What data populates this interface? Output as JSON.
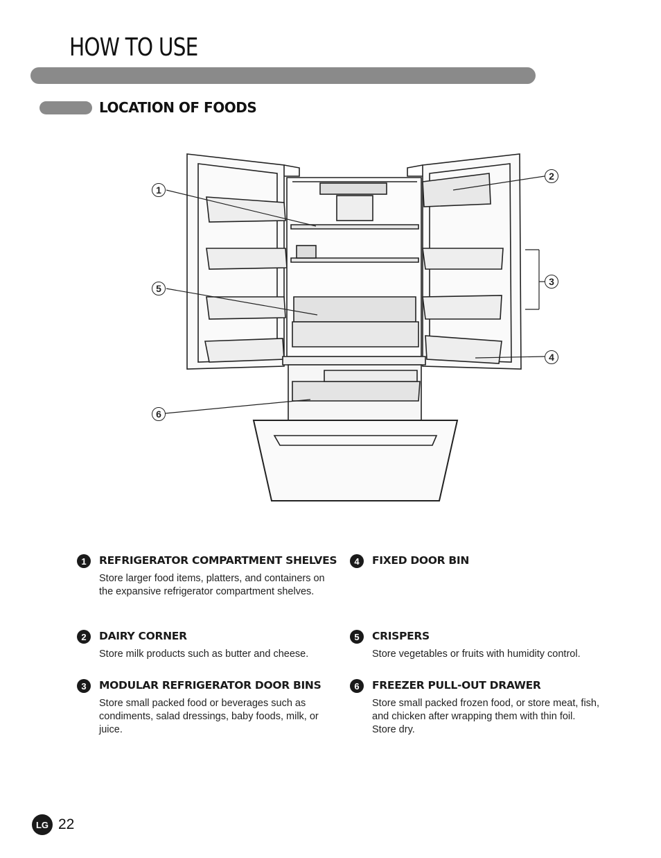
{
  "header": {
    "title": "HOW TO USE"
  },
  "section": {
    "title": "LOCATION OF FOODS"
  },
  "diagram": {
    "callouts": [
      "1",
      "2",
      "3",
      "4",
      "5",
      "6"
    ]
  },
  "items": [
    {
      "num": "1",
      "heading": "REFRIGERATOR COMPARTMENT SHELVES",
      "description": "Store larger food items, platters, and containers on the expansive refrigerator compartment shelves."
    },
    {
      "num": "2",
      "heading": "DAIRY CORNER",
      "description": "Store milk products such as butter and cheese."
    },
    {
      "num": "3",
      "heading": "MODULAR REFRIGERATOR DOOR BINS",
      "description": "Store small packed food or beverages such as condiments, salad dressings, baby foods, milk, or juice."
    },
    {
      "num": "4",
      "heading": "FIXED DOOR BIN",
      "description": ""
    },
    {
      "num": "5",
      "heading": "CRISPERS",
      "description": "Store vegetables or fruits with humidity control."
    },
    {
      "num": "6",
      "heading": "FREEZER PULL-OUT DRAWER",
      "description": "Store small packed frozen food, or store meat, fish, and chicken after wrapping them with thin foil. Store dry."
    }
  ],
  "footer": {
    "logo_text": "LG",
    "page_number": "22"
  }
}
